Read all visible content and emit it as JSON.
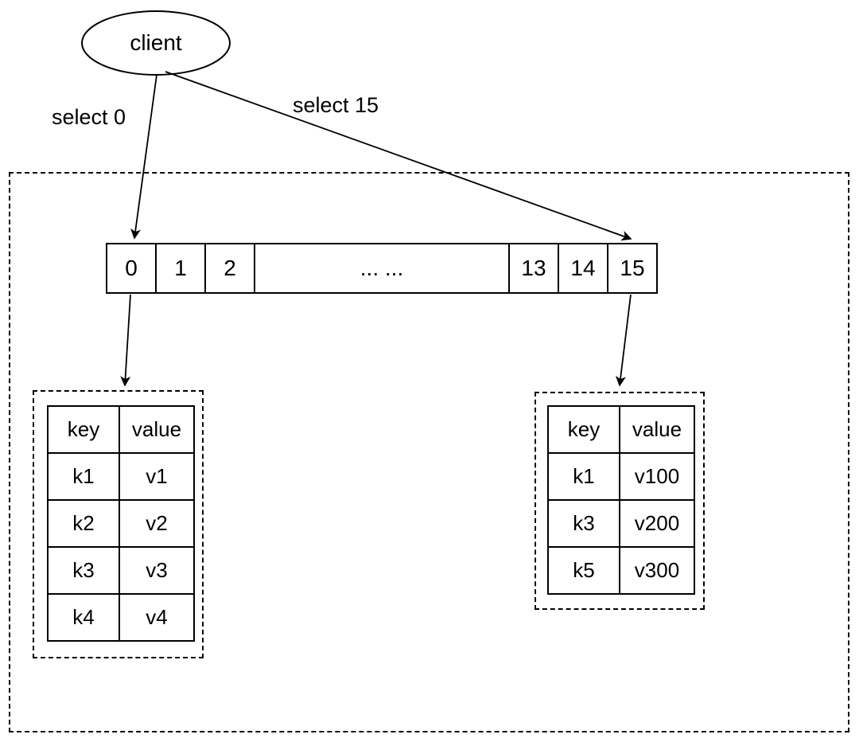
{
  "diagram": {
    "title_hint": "client selecting databases diagram",
    "client": {
      "label": "client"
    },
    "edges": {
      "select0_label": "select 0",
      "select15_label": "select 15"
    },
    "slot_array": {
      "slots": [
        "0",
        "1",
        "2",
        "... ...",
        "13",
        "14",
        "15"
      ]
    },
    "left_store": {
      "headers": [
        "key",
        "value"
      ],
      "rows": [
        [
          "k1",
          "v1"
        ],
        [
          "k2",
          "v2"
        ],
        [
          "k3",
          "v3"
        ],
        [
          "k4",
          "v4"
        ]
      ]
    },
    "right_store": {
      "headers": [
        "key",
        "value"
      ],
      "rows": [
        [
          "k1",
          "v100"
        ],
        [
          "k3",
          "v200"
        ],
        [
          "k5",
          "v300"
        ]
      ]
    },
    "colors": {
      "stroke": "#000000",
      "background": "#ffffff"
    }
  }
}
